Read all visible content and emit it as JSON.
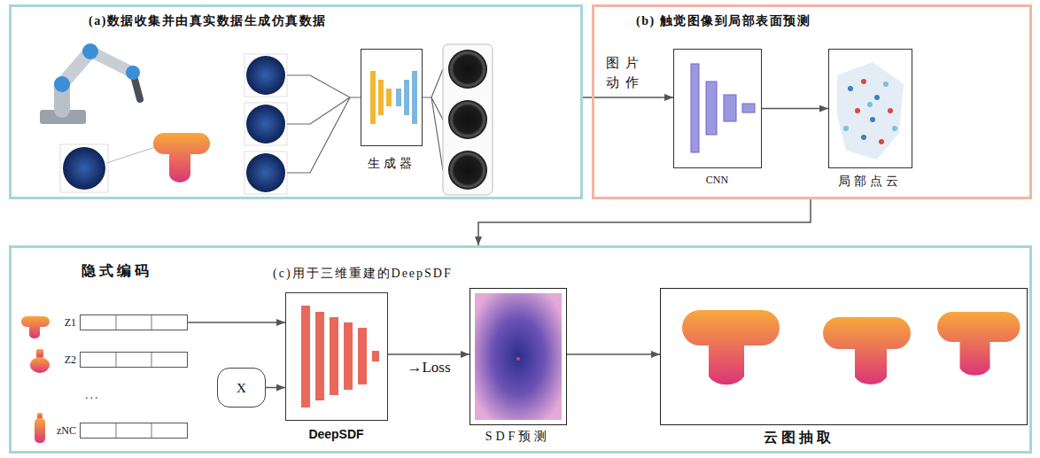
{
  "diagram": {
    "nodes": [
      {
        "text": [
          "(a)数据收集并由真实数据生成仿真数据"
        ]
      },
      {
        "text": [
          "生成器"
        ],
        "in": 0
      },
      {
        "text": [
          "(b) 触觉图像到局部表面预测"
        ]
      },
      {
        "text": [
          "CNN"
        ],
        "in": 2
      },
      {
        "text": [
          "局部点云"
        ],
        "in": 2
      },
      {
        "text": [
          "(c)用于三维重建的DeepSDF"
        ]
      },
      {
        "text": [
          "Z1"
        ],
        "in": 5
      },
      {
        "text": [
          "Z2"
        ],
        "in": 5
      },
      {
        "text": [
          "zNC"
        ],
        "in": 5
      },
      {
        "text": [
          "X"
        ],
        "in": 5
      },
      {
        "text": [
          "DeepSDF"
        ],
        "in": 5
      },
      {
        "text": [
          "SDF预测"
        ],
        "in": 5
      },
      {
        "text": [
          "云图抽取"
        ],
        "in": 5
      }
    ],
    "edges": [
      {
        "from": 0,
        "to": 3,
        "arrow": "to",
        "label": "图片 动作"
      },
      {
        "from": 3,
        "to": 4,
        "arrow": "to"
      },
      {
        "from": 2,
        "to": 5,
        "arrow": "to"
      },
      {
        "from": 6,
        "to": 10,
        "arrow": "to"
      },
      {
        "from": 9,
        "to": 10,
        "arrow": "to"
      },
      {
        "from": 10,
        "to": 11,
        "arrow": "to",
        "label": "→Loss"
      },
      {
        "from": 11,
        "to": 12,
        "arrow": "to"
      }
    ],
    "labels": [
      "隐式编码",
      "..."
    ]
  }
}
